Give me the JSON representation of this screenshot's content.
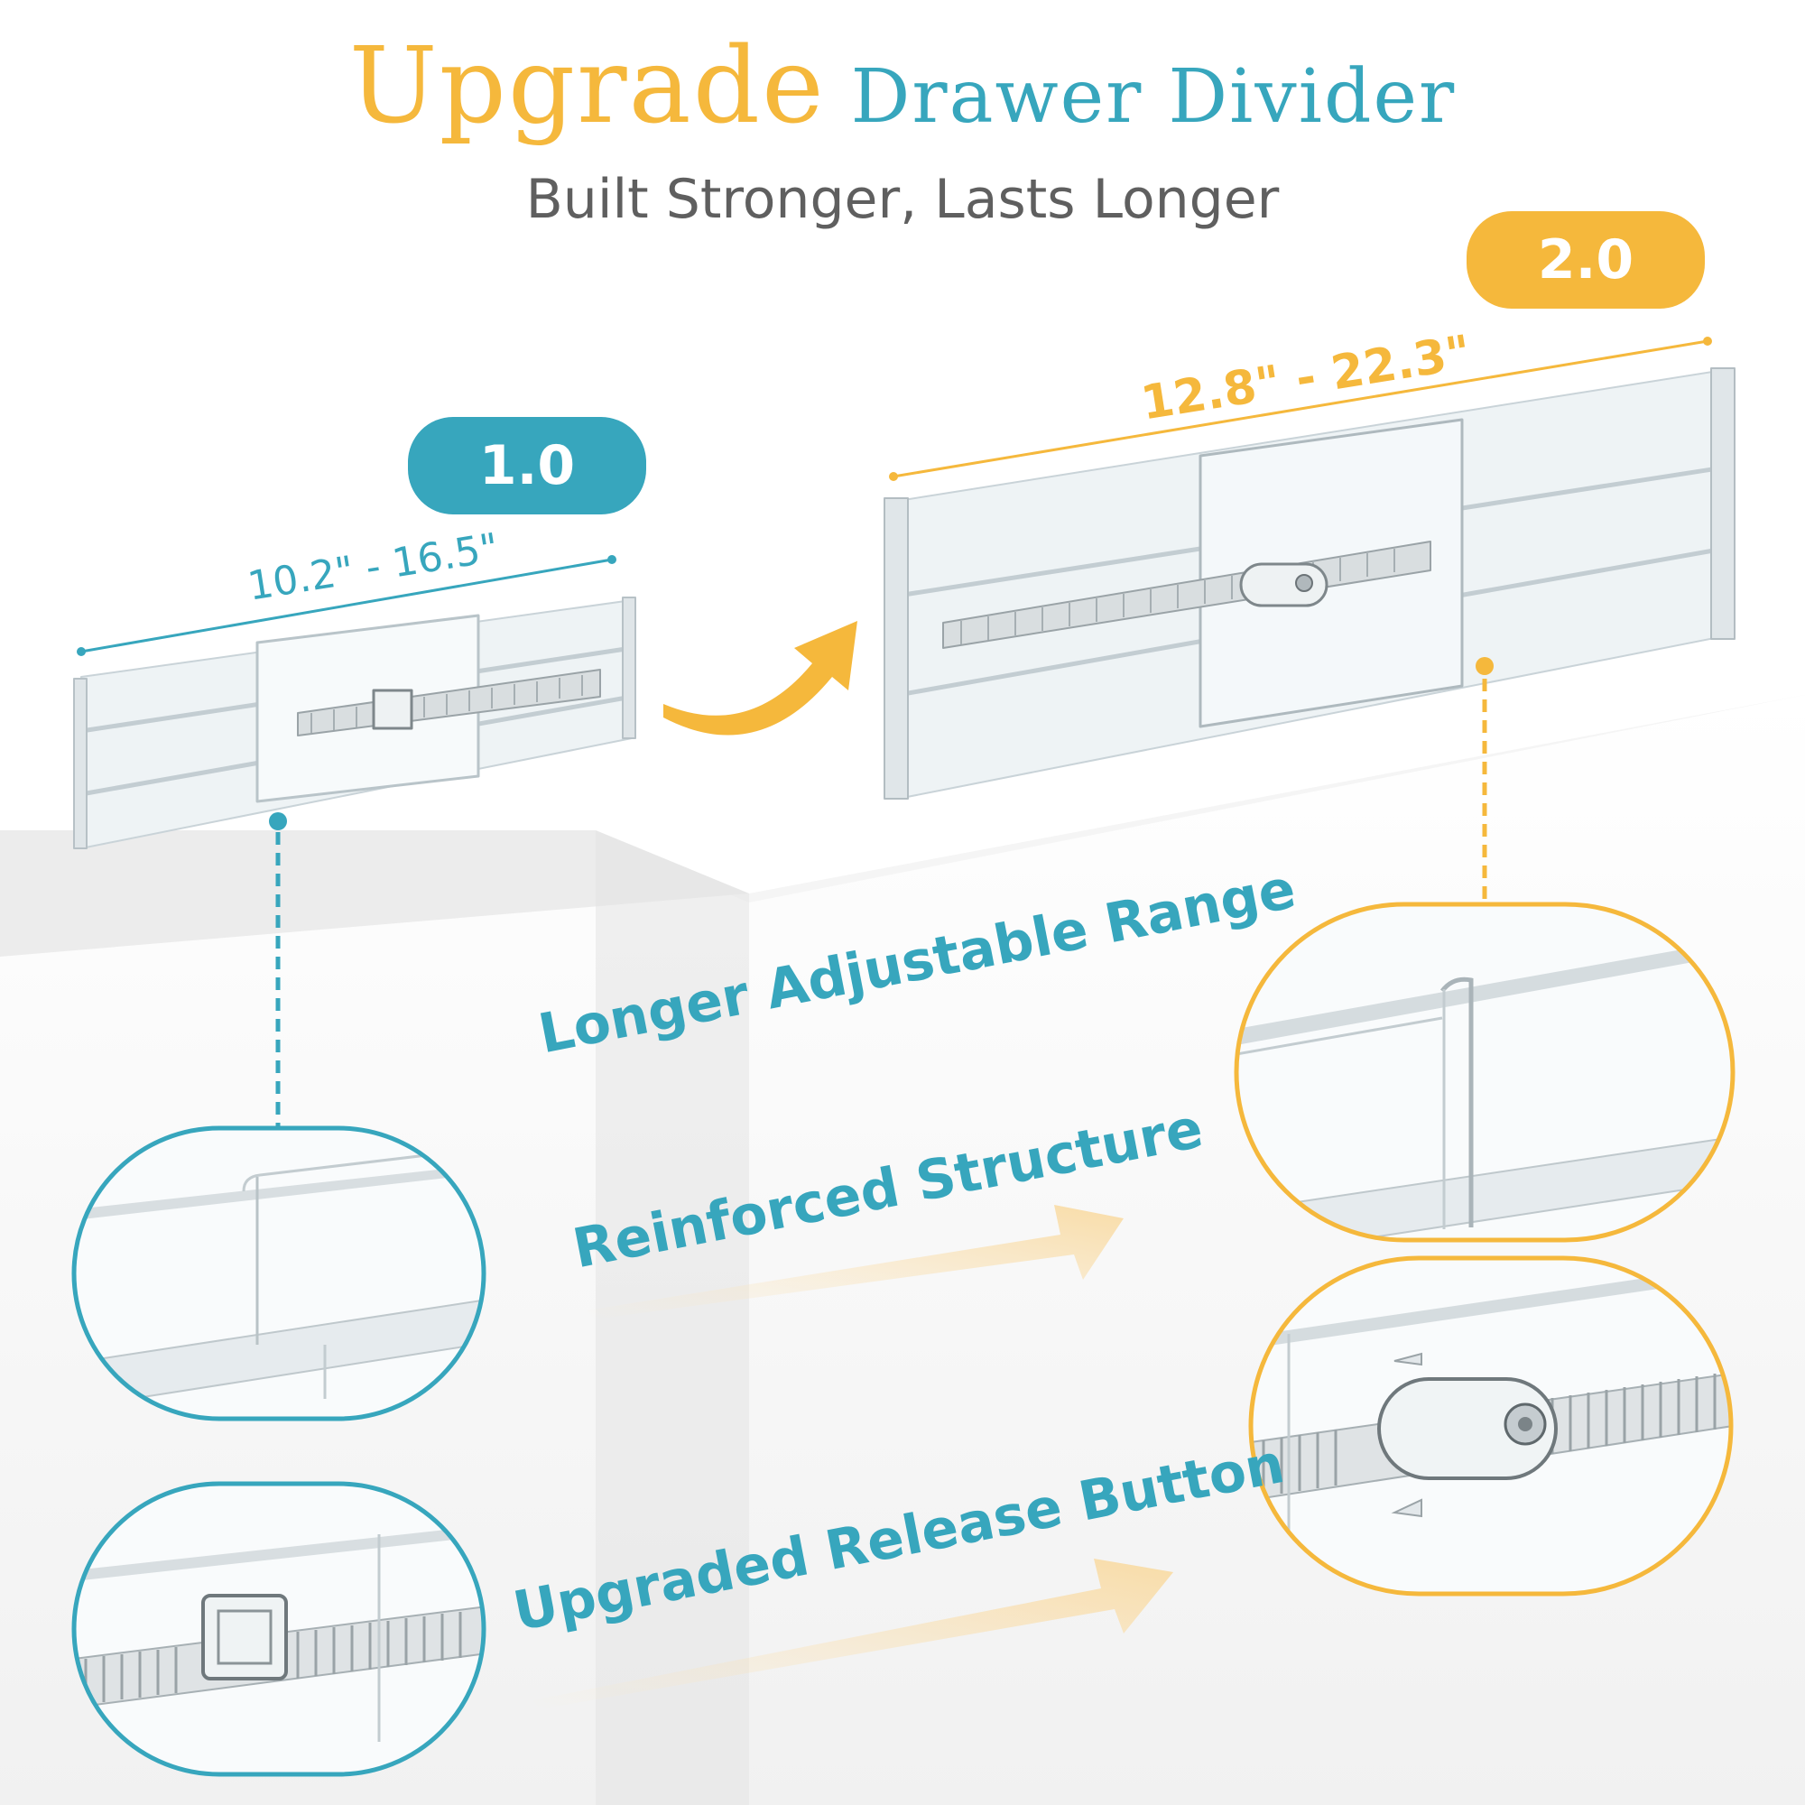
{
  "title": {
    "word_upgrade": "Upgrade",
    "word_rest": "Drawer Divider"
  },
  "subtitle": "Built Stronger, Lasts Longer",
  "versions": {
    "v1": {
      "badge": "1.0",
      "range": "10.2\" - 16.5\""
    },
    "v2": {
      "badge": "2.0",
      "range": "12.8\" - 22.3\""
    }
  },
  "features": [
    "Longer Adjustable Range",
    "Reinforced Structure",
    "Upgraded Release Button"
  ],
  "colors": {
    "teal": "#37a6bd",
    "gold": "#f5b83c",
    "gray_text": "#5f5f5f"
  },
  "icons": [
    "curved-arrow-icon",
    "straight-arrow-icon"
  ]
}
